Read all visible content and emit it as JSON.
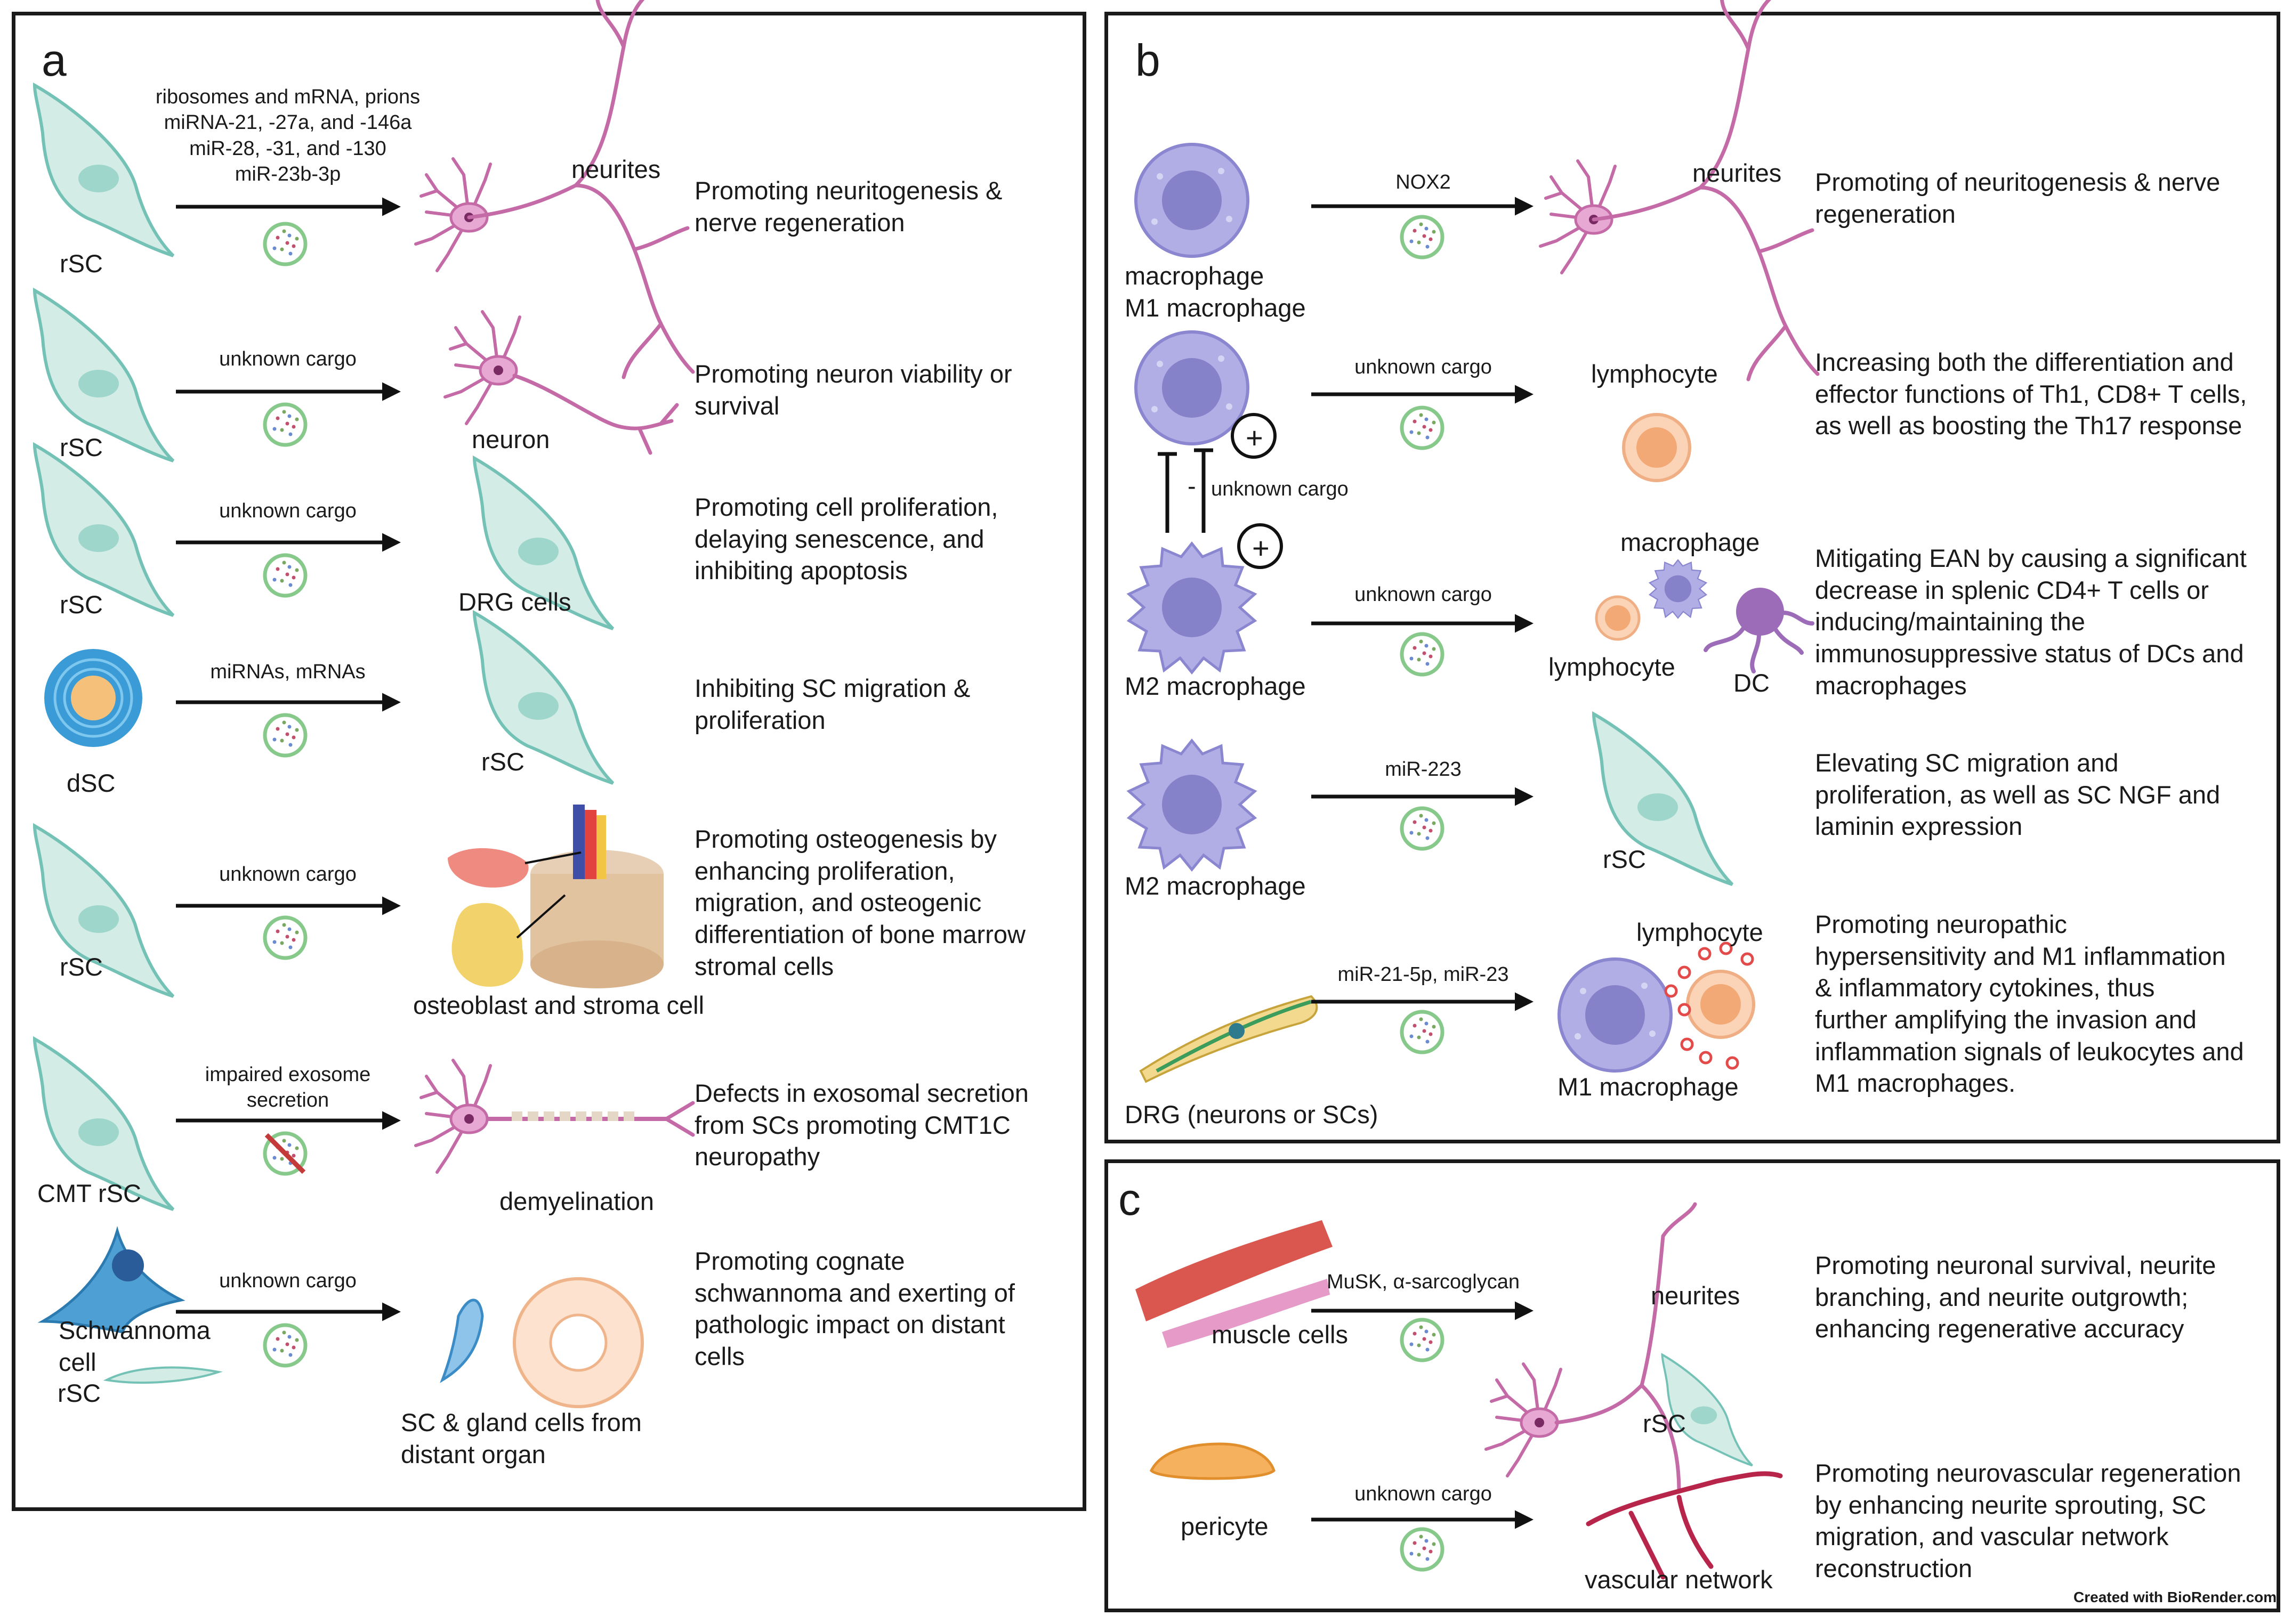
{
  "panel_a": {
    "label": "a",
    "rows": [
      {
        "source": "rSC",
        "cargo": "ribosomes and mRNA, prions\nmiRNA-21, -27a, and -146a\nmiR-28, -31, and -130\nmiR-23b-3p",
        "target": "neurites",
        "effect": "Promoting neuritogenesis &\nnerve regeneration"
      },
      {
        "source": "rSC",
        "cargo": "unknown cargo",
        "target": "neuron",
        "effect": "Promoting neuron viability or\nsurvival"
      },
      {
        "source": "rSC",
        "cargo": "unknown cargo",
        "target": "DRG cells",
        "effect": "Promoting cell proliferation,\ndelaying senescence, and\ninhibiting apoptosis"
      },
      {
        "source": "dSC",
        "cargo": "miRNAs, mRNAs",
        "target": "rSC",
        "effect": "Inhibiting SC migration &\nproliferation"
      },
      {
        "source": "rSC",
        "cargo": "unknown cargo",
        "target": "osteoblast and stroma cell",
        "effect": "Promoting osteogenesis by\nenhancing proliferation,\nmigration, and osteogenic\ndifferentiation of bone marrow\nstromal cells"
      },
      {
        "source": "CMT rSC",
        "cargo": "impaired exosome\nsecretion",
        "target": "demyelination",
        "effect": "Defects in exosomal secretion\nfrom SCs promoting CMT1C\nneuropathy"
      },
      {
        "source": "Schwannoma\ncell",
        "source2": "rSC",
        "cargo": "unknown cargo",
        "target": "SC & gland cells from\ndistant organ",
        "effect": "Promoting cognate\nschwannoma and exerting of\npathologic impact on distant\ncells"
      }
    ]
  },
  "panel_b": {
    "label": "b",
    "rows": [
      {
        "source": "macrophage\nM1 macrophage",
        "cargo": "NOX2",
        "target": "neurites",
        "effect": "Promoting of neuritogenesis & nerve\nregeneration"
      },
      {
        "cargo": "unknown cargo",
        "target": "lymphocyte",
        "effect": "Increasing both the differentiation and\neffector functions of Th1, CD8+ T cells,\nas well as boosting the Th17 response"
      },
      {
        "source": "M2 macrophage",
        "cargo": "unknown cargo",
        "target_top": "macrophage",
        "target_left": "lymphocyte",
        "target_right": "DC",
        "effect": "Mitigating EAN by causing a significant\ndecrease in splenic CD4+ T cells or\ninducing/maintaining the\nimmunosuppressive status of DCs and\nmacrophages"
      },
      {
        "source": "M2 macrophage",
        "cargo": "miR-223",
        "target": "rSC",
        "effect": "Elevating SC migration and\nproliferation, as well as SC NGF and\nlaminin expression"
      },
      {
        "source": "DRG (neurons or SCs)",
        "cargo": "miR-21-5p, miR-23",
        "target_top": "lymphocyte",
        "target": "M1 macrophage",
        "effect": "Promoting neuropathic\nhypersensitivity and M1 inflammation\n& inflammatory cytokines, thus\nfurther amplifying the invasion and\ninflammation signals of leukocytes and\nM1 macrophages."
      }
    ],
    "feedback": {
      "plus": "+",
      "minus": "-",
      "cargo": "unknown cargo"
    }
  },
  "panel_c": {
    "label": "c",
    "rows": [
      {
        "source": "muscle cells",
        "cargo": "MuSK, α-sarcoglycan",
        "target": "neurites",
        "effect": "Promoting neuronal survival, neurite\nbranching, and neurite outgrowth;\nenhancing regenerative accuracy"
      },
      {
        "source": "pericyte",
        "cargo": "unknown cargo",
        "target": "vascular network",
        "target2": "rSC",
        "effect": "Promoting neurovascular regeneration\nby enhancing neurite sprouting, SC\nmigration, and vascular network\nreconstruction"
      }
    ]
  },
  "credit": "Created with BioRender.com.",
  "colors": {
    "schwann": "#cfe9e3",
    "schwann_edge": "#6bbcb2",
    "neuron": "#c46aa6",
    "macrophage": "#aaa7e0",
    "vesicle": "#8fcf8f",
    "vessel": "#b8254a"
  }
}
